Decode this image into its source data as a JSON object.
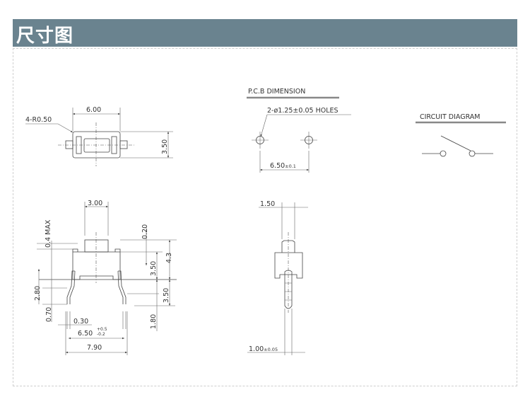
{
  "header": {
    "title": "尺寸图",
    "color": "#6a838f"
  },
  "top_view": {
    "width": "6.00",
    "height": "3.50",
    "radius_note": "4-R0.50"
  },
  "front_view": {
    "actuator_width": "3.00",
    "max_note": "0.4 MAX",
    "dim_020": "0.20",
    "dim_350_upper": "3.50",
    "dim_43": "4.3",
    "dim_350_lower": "3.50",
    "dim_280": "2.80",
    "dim_070": "0.70",
    "dim_180": "1.80",
    "dim_030": "0.30",
    "pitch": "6.50",
    "pitch_tol_plus": "+0.5",
    "pitch_tol_minus": "-0.2",
    "overall_width": "7.90"
  },
  "pcb": {
    "title": "P.C.B  DIMENSION",
    "holes_note": "2-ø1.25±0.05 HOLES",
    "pitch": "6.50",
    "pitch_tol": "±0.1"
  },
  "circuit": {
    "title": "CIRCUIT  DIAGRAM"
  },
  "side_view": {
    "actuator_width": "1.50",
    "lead_width": "1.00",
    "lead_tol": "±0.05"
  }
}
